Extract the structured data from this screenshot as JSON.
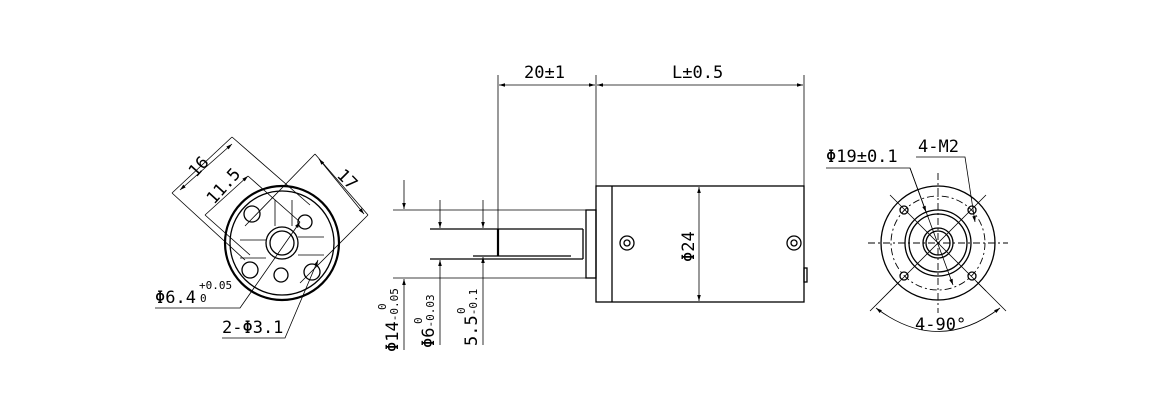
{
  "drawing": {
    "side_view": {
      "shaft_length": "20±1",
      "body_length": "L±0.5",
      "body_diameter": "Φ24",
      "flange_diameter": "Φ14",
      "flange_tol_upper": "0",
      "flange_tol_lower": "-0.05",
      "shaft_diameter": "Φ6",
      "shaft_tol_upper": "0",
      "shaft_tol_lower": "-0.03",
      "flat_size": "5.5",
      "flat_tol_upper": "0",
      "flat_tol_lower": "-0.1"
    },
    "front_view": {
      "dim_16": "16",
      "dim_11_5": "11.5",
      "dim_17": "17",
      "bore": "Φ6.4",
      "bore_tol_upper": "+0.05",
      "bore_tol_lower": "0",
      "holes": "2-Φ3.1"
    },
    "rear_view": {
      "pitch_diameter": "Φ19±0.1",
      "threads": "4-M2",
      "angle": "4-90°"
    }
  }
}
